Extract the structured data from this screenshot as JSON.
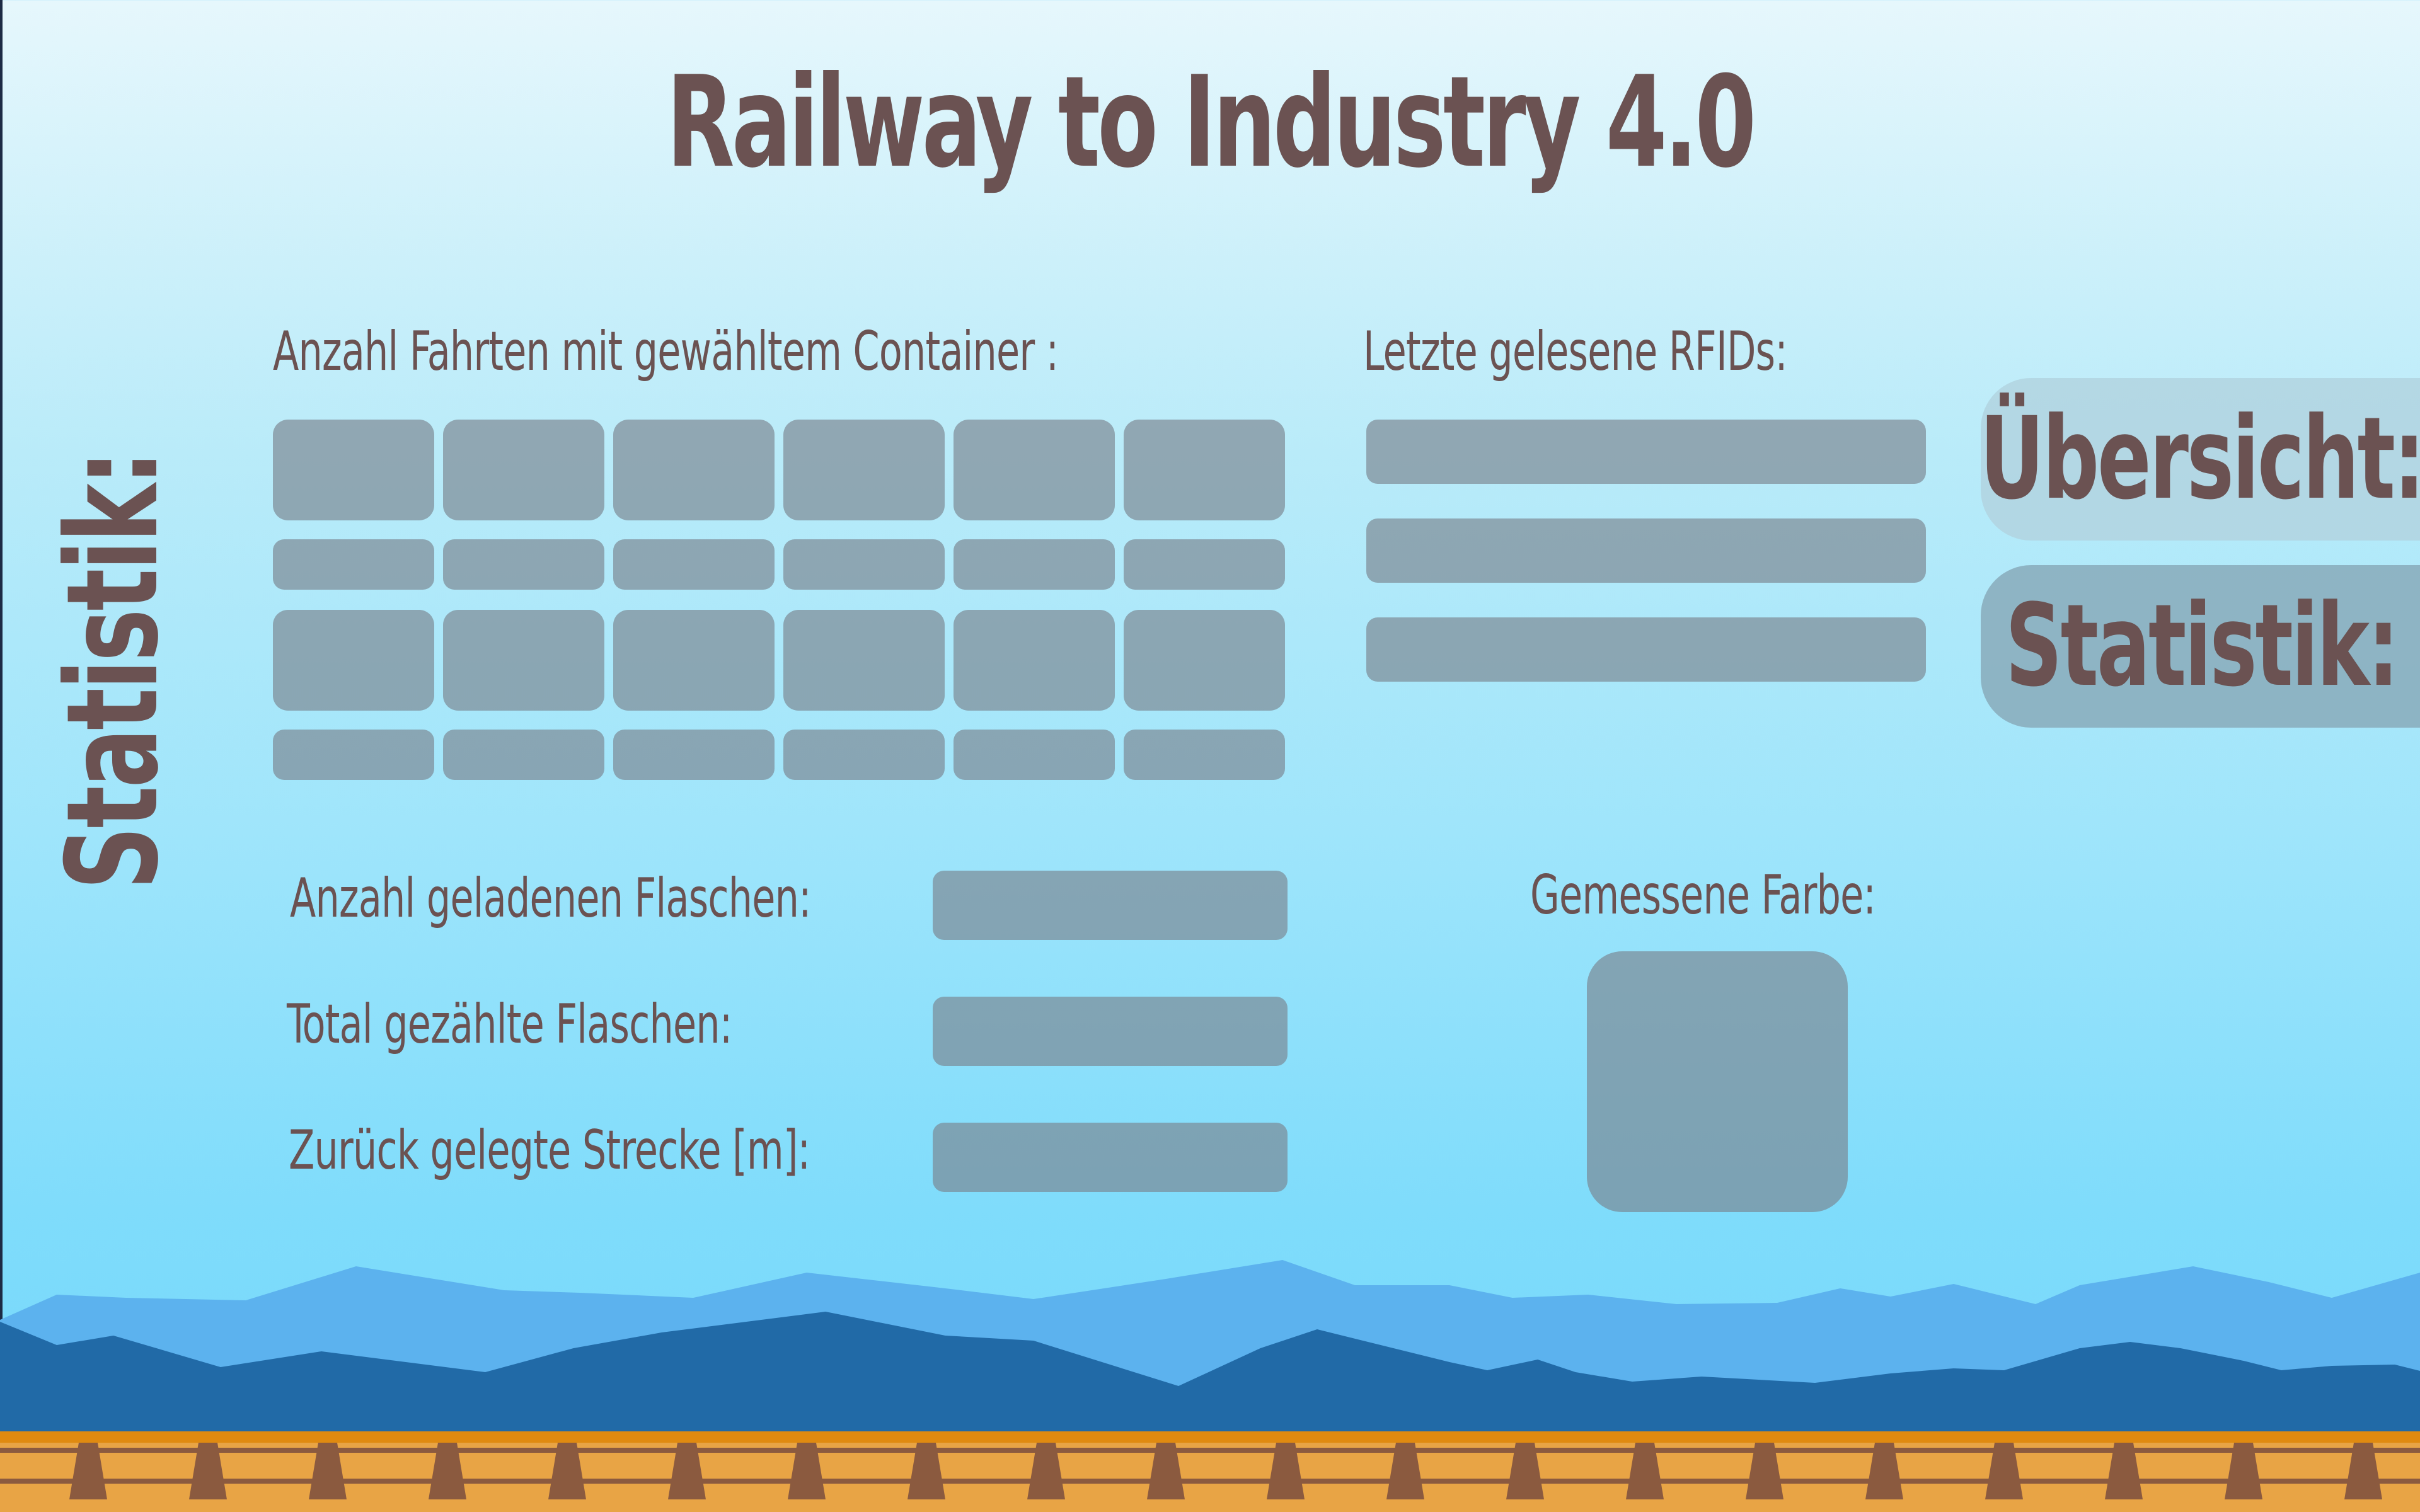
{
  "header": {
    "title": "Railway to Industry 4.0"
  },
  "sidebar_title": "Statistik:",
  "container_section": {
    "label": "Anzahl Fahrten mit gewähltem Container :",
    "rows": 2,
    "columns": 6
  },
  "rfid_section": {
    "label": "Letzte gelesene RFIDs:",
    "fields": 3
  },
  "nav": {
    "overview_label": "Übersicht:",
    "statistics_label": "Statistik:"
  },
  "metrics": {
    "loaded_bottles_label": "Anzahl geladenen Flaschen:",
    "total_bottles_label": "Total gezählte Flaschen:",
    "distance_label": "Zurück gelegte Strecke [m]:"
  },
  "color_section": {
    "label": "Gemessene Farbe:"
  },
  "colors": {
    "text": "#6b5252",
    "field": "#7a838d",
    "mountains_light": "#5cb2ee",
    "mountains_dark": "#216aa7",
    "ground": "#e8a445",
    "rails": "#8b5a3f"
  }
}
